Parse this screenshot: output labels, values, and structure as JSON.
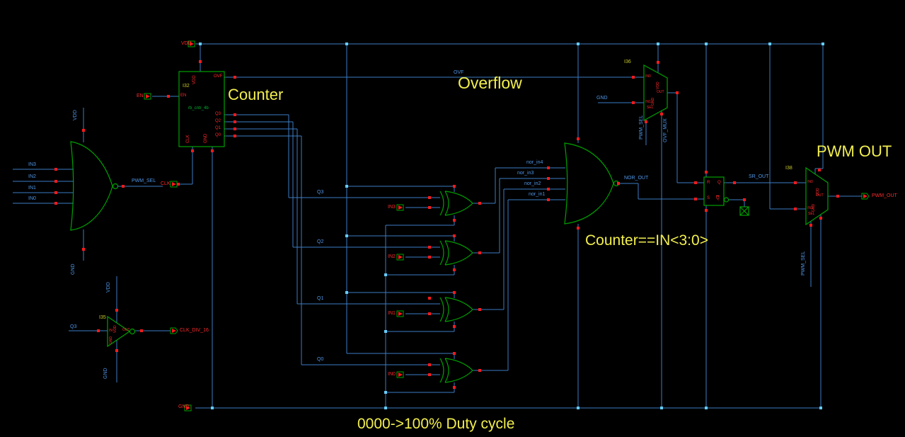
{
  "colors": {
    "background": "#000000",
    "wire": "#3b7dc4",
    "symbol": "#00a000",
    "pin_text": "#ff2a2a",
    "net_text": "#4f97e8",
    "annotation": "#f2ef4e",
    "instance_text": "#c9c92c",
    "junction": "#66ccff",
    "pin_square": "#ff1a1a"
  },
  "annotations": {
    "counter": "Counter",
    "overflow": "Overflow",
    "compare": "Counter==IN<3:0>",
    "pwm_out": "PWM OUT",
    "duty_cycle": "0000->100% Duty cycle"
  },
  "ports": {
    "vdd": "VDD",
    "en": "EN",
    "clk": "CLK",
    "gnd": "GND",
    "in3": "IN3",
    "in2": "IN2",
    "in1": "IN1",
    "in0": "IN0",
    "clk_div": "CLK_DIV_16",
    "pwm_out": "PWM_OUT"
  },
  "nets": {
    "ovf": "OVF",
    "q3": "Q3",
    "q2": "Q2",
    "q1": "Q1",
    "q0": "Q0",
    "in3": "IN3",
    "in2": "IN2",
    "in1": "IN1",
    "in0": "IN0",
    "pwm_sel": "PWM_SEL",
    "nor_in4": "nor_in4",
    "nor_in3": "nor_in3",
    "nor_in2": "nor_in2",
    "nor_in1": "nor_in1",
    "nor_out": "NOR_OUT",
    "gnd": "GND",
    "vdd": "VDD",
    "ovf_mux": "OVF_MUX",
    "sr_out": "SR_OUT"
  },
  "counter": {
    "instance": "I32",
    "cell": "rb_cntr_4b",
    "pins": {
      "vdd": "VDD",
      "ovf": "OVF",
      "en": "EN",
      "q3": "Q3",
      "q2": "Q2",
      "q1": "Q1",
      "q0": "Q0",
      "clk": "CLK",
      "gnd": "GND"
    }
  },
  "ovf_mux": {
    "instance": "I36",
    "pins": {
      "in0": "IN0",
      "in1": "IN1",
      "sel": "SEL",
      "out": "OUT",
      "vdd": "VDD",
      "gnd": "GND"
    }
  },
  "out_mux": {
    "instance": "I38",
    "pins": {
      "in0": "IN0",
      "in1": "IN1",
      "sel": "SEL",
      "out": "OUT",
      "vdd": "VDD",
      "gnd": "GND"
    }
  },
  "inverter": {
    "instance": "I35",
    "pins": {
      "in": "IN",
      "out": "OUT",
      "vdd": "VDD",
      "gnd": "GND"
    }
  },
  "latch": {
    "pins": {
      "r": "R",
      "s": "S",
      "q": "Q",
      "qb": "Q"
    }
  }
}
